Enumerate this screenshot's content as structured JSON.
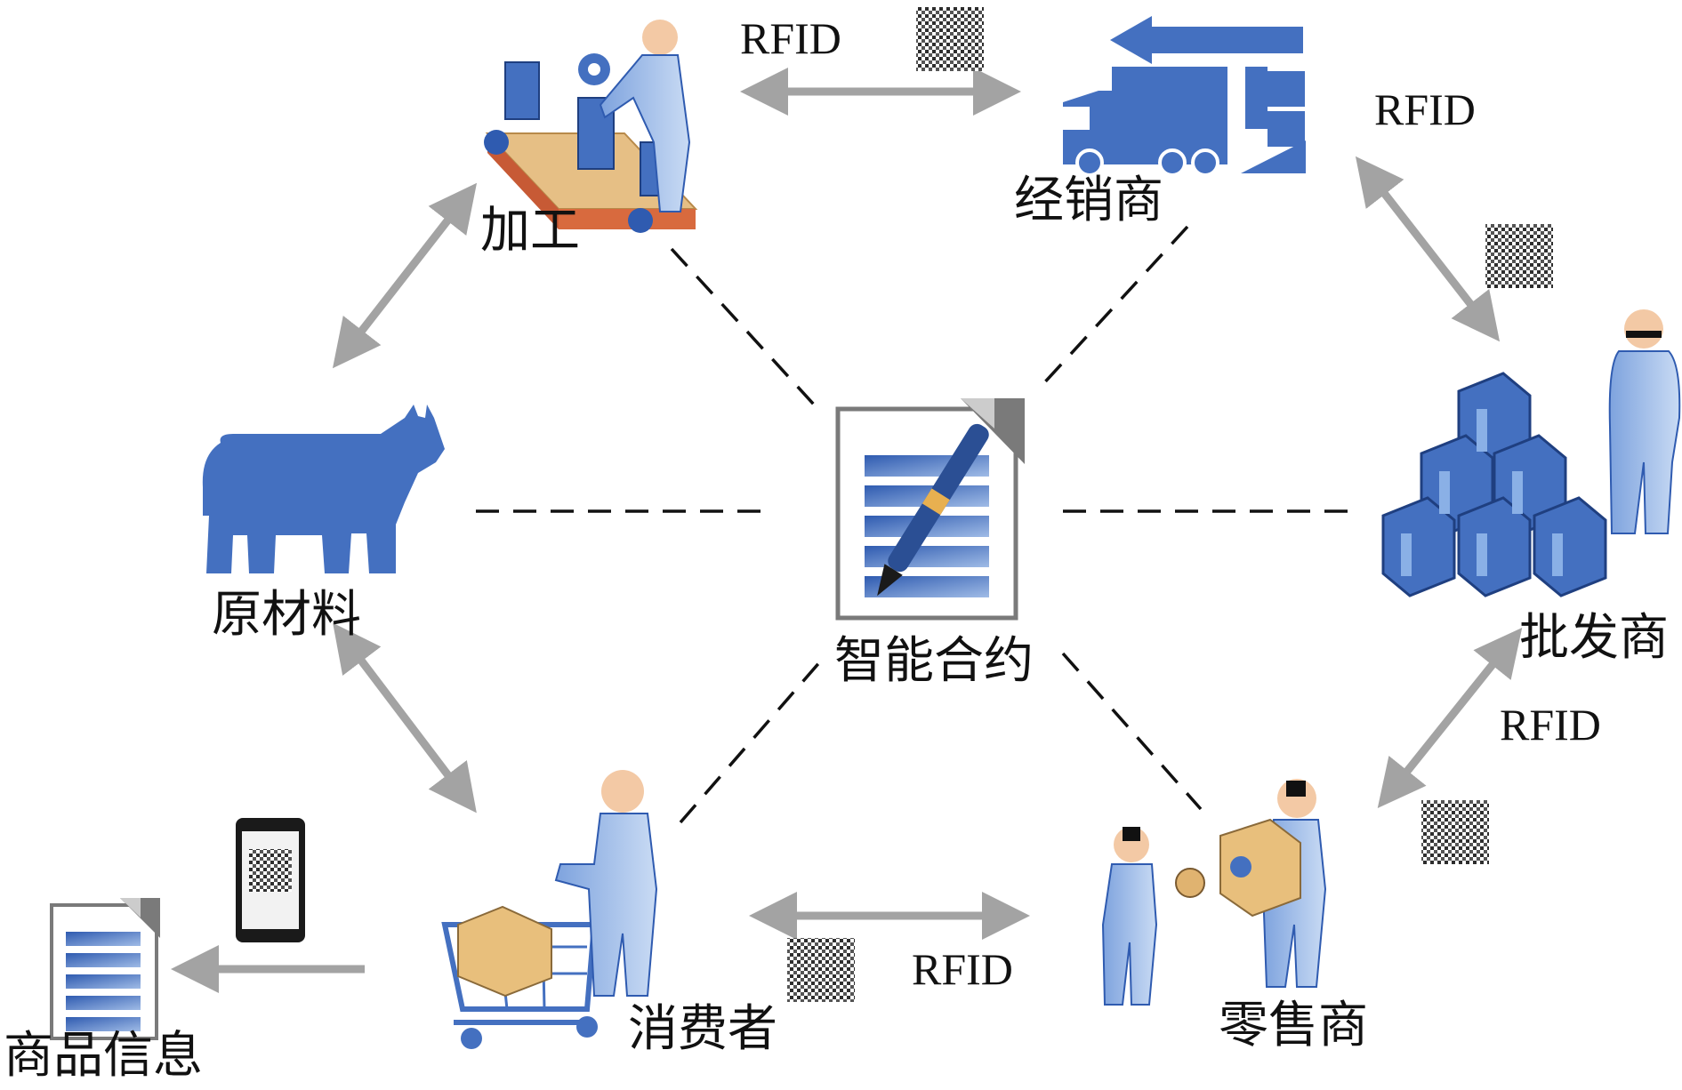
{
  "colors": {
    "accent": "#4470c0",
    "accent_dark": "#2b4f94",
    "accent_light": "#9fbbe6",
    "arrow": "#a3a3a3",
    "skin": "#f3c9a5",
    "box": "#e8bf7c",
    "qr": "#3a3a3a"
  },
  "nodes": {
    "raw_material": {
      "label": "原材料",
      "icon": "cow-icon"
    },
    "processing": {
      "label": "加工",
      "icon": "assembly-line-icon"
    },
    "distributor": {
      "label": "经销商",
      "icon": "truck-icon"
    },
    "wholesaler": {
      "label": "批发商",
      "icon": "warehouse-boxes-icon"
    },
    "retailer": {
      "label": "零售商",
      "icon": "retail-staff-icon"
    },
    "consumer": {
      "label": "消费者",
      "icon": "shopping-cart-icon"
    },
    "smart_contract": {
      "label": "智能合约",
      "icon": "contract-pen-icon"
    },
    "product_info": {
      "label": "商品信息",
      "icon": "document-icon"
    }
  },
  "links": {
    "processing_distributor": "RFID",
    "distributor_wholesaler": "RFID",
    "wholesaler_retailer": "RFID",
    "retailer_consumer": "RFID"
  }
}
